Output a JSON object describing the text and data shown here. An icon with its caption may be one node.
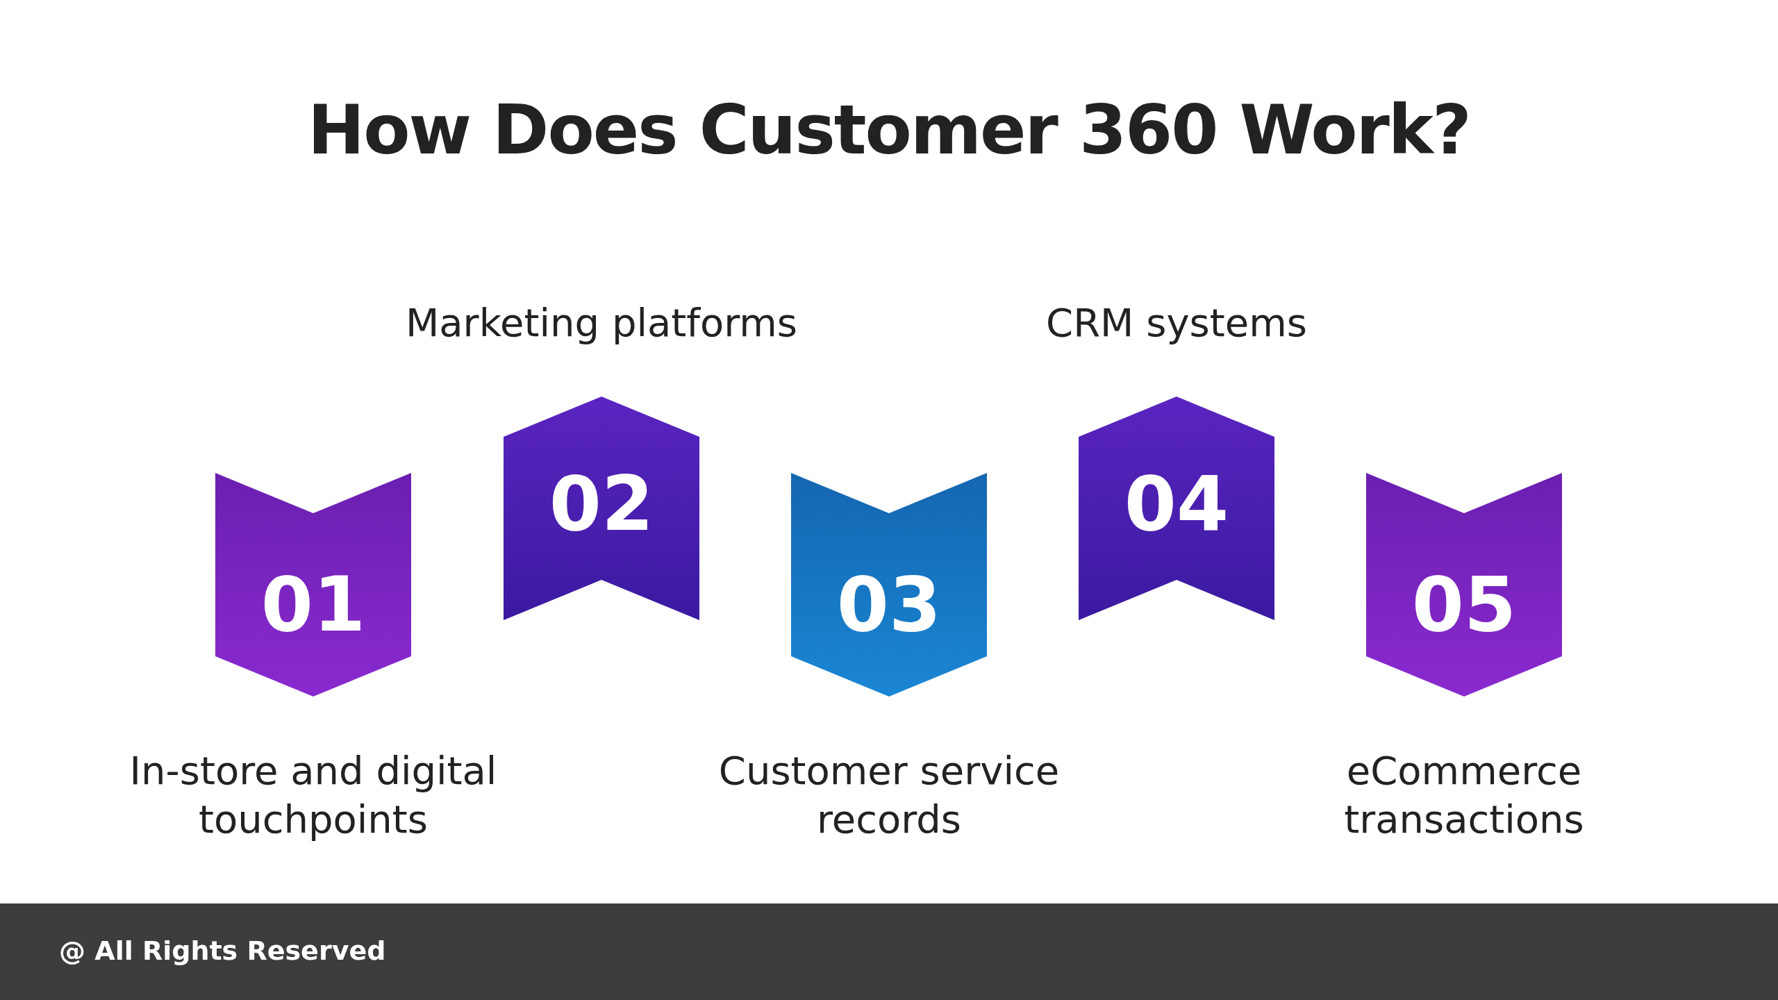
{
  "diagram": {
    "title": "How Does Customer 360 Work?",
    "nodes": [
      {
        "text": [
          "01",
          "In-store and digital touchpoints"
        ]
      },
      {
        "text": [
          "Marketing platforms",
          "02"
        ]
      },
      {
        "text": [
          "03",
          "Customer service records"
        ]
      },
      {
        "text": [
          "CRM systems",
          "04"
        ]
      },
      {
        "text": [
          "05",
          "eCommerce transactions"
        ]
      }
    ],
    "labels": [
      "@ All Rights Reserved"
    ]
  }
}
